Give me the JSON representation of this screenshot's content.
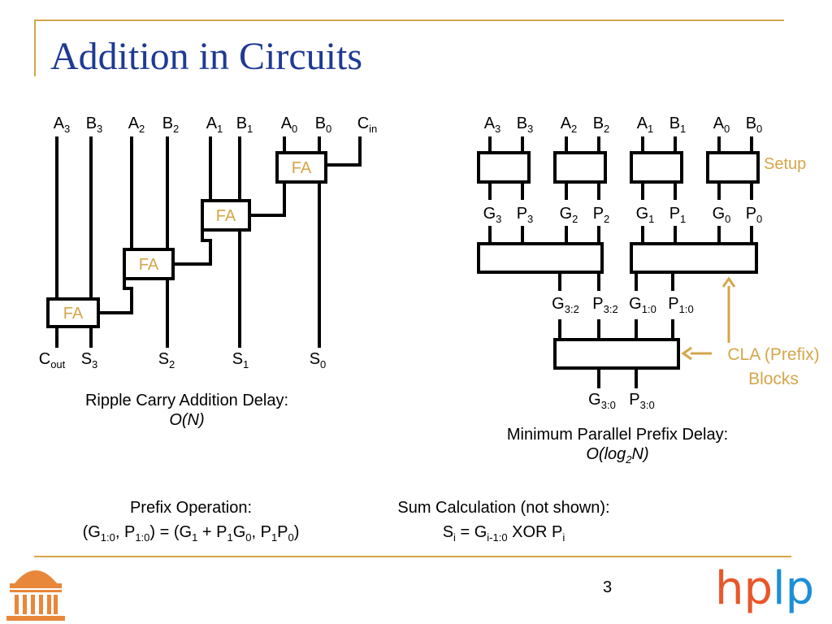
{
  "slide": {
    "title": "Addition in Circuits",
    "page_number": "3",
    "accent_color": "#D4A64A",
    "title_color": "#1F3A93"
  },
  "ripple": {
    "inputs": [
      {
        "base": "A",
        "sub": "3"
      },
      {
        "base": "B",
        "sub": "3"
      },
      {
        "base": "A",
        "sub": "2"
      },
      {
        "base": "B",
        "sub": "2"
      },
      {
        "base": "A",
        "sub": "1"
      },
      {
        "base": "B",
        "sub": "1"
      },
      {
        "base": "A",
        "sub": "0"
      },
      {
        "base": "B",
        "sub": "0"
      },
      {
        "base": "C",
        "sub": "in"
      }
    ],
    "adder_label": "FA",
    "outputs": [
      {
        "base": "C",
        "sub": "out"
      },
      {
        "base": "S",
        "sub": "3"
      },
      {
        "base": "S",
        "sub": "2"
      },
      {
        "base": "S",
        "sub": "1"
      },
      {
        "base": "S",
        "sub": "0"
      }
    ],
    "caption_line1": "Ripple Carry Addition Delay:",
    "caption_line2": "O(N)"
  },
  "prefix": {
    "inputs": [
      {
        "base": "A",
        "sub": "3"
      },
      {
        "base": "B",
        "sub": "3"
      },
      {
        "base": "A",
        "sub": "2"
      },
      {
        "base": "B",
        "sub": "2"
      },
      {
        "base": "A",
        "sub": "1"
      },
      {
        "base": "B",
        "sub": "1"
      },
      {
        "base": "A",
        "sub": "0"
      },
      {
        "base": "B",
        "sub": "0"
      }
    ],
    "setup_outputs": [
      {
        "base": "G",
        "sub": "3"
      },
      {
        "base": "P",
        "sub": "3"
      },
      {
        "base": "G",
        "sub": "2"
      },
      {
        "base": "P",
        "sub": "2"
      },
      {
        "base": "G",
        "sub": "1"
      },
      {
        "base": "P",
        "sub": "1"
      },
      {
        "base": "G",
        "sub": "0"
      },
      {
        "base": "P",
        "sub": "0"
      }
    ],
    "level1_outputs": [
      {
        "base": "G",
        "sub": "3:2"
      },
      {
        "base": "P",
        "sub": "3:2"
      },
      {
        "base": "G",
        "sub": "1:0"
      },
      {
        "base": "P",
        "sub": "1:0"
      }
    ],
    "final_outputs": [
      {
        "base": "G",
        "sub": "3:0"
      },
      {
        "base": "P",
        "sub": "3:0"
      }
    ],
    "setup_label": "Setup",
    "cla_label_line1": "CLA (Prefix)",
    "cla_label_line2": "Blocks",
    "caption_line1": "Minimum Parallel Prefix Delay:",
    "caption_line2_pre": "O(log",
    "caption_line2_sub": "2",
    "caption_line2_post": "N)"
  },
  "formulas": {
    "prefix_title": "Prefix Operation:",
    "prefix_formula": [
      {
        "t": "(G"
      },
      {
        "s": "1:0"
      },
      {
        "t": ", P"
      },
      {
        "s": "1:0"
      },
      {
        "t": ") = (G"
      },
      {
        "s": "1"
      },
      {
        "t": " + P"
      },
      {
        "s": "1"
      },
      {
        "t": "G"
      },
      {
        "s": "0"
      },
      {
        "t": ", P"
      },
      {
        "s": "1"
      },
      {
        "t": "P"
      },
      {
        "s": "0"
      },
      {
        "t": ")"
      }
    ],
    "sum_title": "Sum Calculation (not shown):",
    "sum_formula": [
      {
        "t": "S"
      },
      {
        "s": "i"
      },
      {
        "t": " = G"
      },
      {
        "s": "i-1:0"
      },
      {
        "t": " XOR P"
      },
      {
        "s": "i"
      }
    ]
  },
  "logos": {
    "left_logo_icon": "rotunda-logo-icon",
    "right_logo": [
      {
        "text": "hp",
        "color": "#E8572A"
      },
      {
        "text": "l",
        "color": "#1C8FD6"
      },
      {
        "text": "p",
        "color": "#1C8FD6"
      }
    ]
  }
}
